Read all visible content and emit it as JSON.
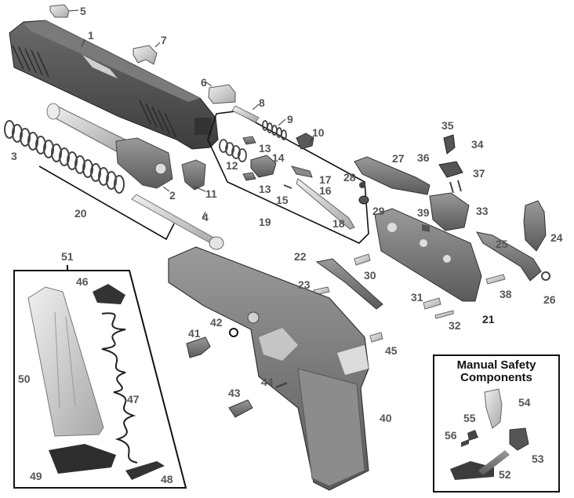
{
  "diagram": {
    "type": "exploded-parts-diagram",
    "subject": "pistol",
    "colors": {
      "background": "#ffffff",
      "part_dark": "#4a4a4a",
      "part_mid": "#8a8a8a",
      "part_light": "#d6d6d6",
      "label_text": "#555555",
      "leader_line": "#222222"
    },
    "groups": {
      "slide_assembly_bracket": "20",
      "firing_pin_group_bracket": "19",
      "magazine_group": "51",
      "fire_control_unit": "21"
    },
    "safety_box": {
      "title_line1": "Manual Safety",
      "title_line2": "Components",
      "parts": [
        "52",
        "53",
        "54",
        "55",
        "56"
      ]
    },
    "parts": [
      {
        "id": "1",
        "name": "slide"
      },
      {
        "id": "2",
        "name": "barrel"
      },
      {
        "id": "3",
        "name": "recoil-spring"
      },
      {
        "id": "4",
        "name": "guide-rod"
      },
      {
        "id": "5",
        "name": "rear-sight"
      },
      {
        "id": "6",
        "name": "front-sight"
      },
      {
        "id": "7",
        "name": "extractor"
      },
      {
        "id": "8",
        "name": "pin"
      },
      {
        "id": "9",
        "name": "spring"
      },
      {
        "id": "10",
        "name": "pin"
      },
      {
        "id": "11",
        "name": "slide-cover-plate"
      },
      {
        "id": "12",
        "name": "spring"
      },
      {
        "id": "13",
        "name": "spring-cup"
      },
      {
        "id": "14",
        "name": "firing-pin-housing"
      },
      {
        "id": "15",
        "name": "pin"
      },
      {
        "id": "16",
        "name": "spring"
      },
      {
        "id": "17",
        "name": "retainer"
      },
      {
        "id": "18",
        "name": "firing-pin"
      },
      {
        "id": "19",
        "name": "striker-assembly"
      },
      {
        "id": "20",
        "name": "recoil-spring-assembly"
      },
      {
        "id": "21",
        "name": "fire-control-unit"
      },
      {
        "id": "22",
        "name": "slide-catch-lever"
      },
      {
        "id": "23",
        "name": "pin"
      },
      {
        "id": "24",
        "name": "trigger"
      },
      {
        "id": "25",
        "name": "trigger-bar"
      },
      {
        "id": "26",
        "name": "trigger-spring"
      },
      {
        "id": "27",
        "name": "ejector"
      },
      {
        "id": "28",
        "name": "plunger"
      },
      {
        "id": "29",
        "name": "spring"
      },
      {
        "id": "30",
        "name": "pin"
      },
      {
        "id": "31",
        "name": "pin"
      },
      {
        "id": "32",
        "name": "pin"
      },
      {
        "id": "33",
        "name": "sear-housing"
      },
      {
        "id": "34",
        "name": "spring"
      },
      {
        "id": "35",
        "name": "safety-lever"
      },
      {
        "id": "36",
        "name": "sear"
      },
      {
        "id": "37",
        "name": "pins"
      },
      {
        "id": "38",
        "name": "pin"
      },
      {
        "id": "39",
        "name": "spring"
      },
      {
        "id": "40",
        "name": "grip-module"
      },
      {
        "id": "41",
        "name": "takedown-lever"
      },
      {
        "id": "42",
        "name": "o-ring"
      },
      {
        "id": "43",
        "name": "magazine-catch"
      },
      {
        "id": "44",
        "name": "spring"
      },
      {
        "id": "45",
        "name": "spring-lock"
      },
      {
        "id": "46",
        "name": "follower"
      },
      {
        "id": "47",
        "name": "magazine-spring"
      },
      {
        "id": "48",
        "name": "insert"
      },
      {
        "id": "49",
        "name": "base-plate"
      },
      {
        "id": "50",
        "name": "magazine-tube"
      },
      {
        "id": "51",
        "name": "magazine-assembly"
      },
      {
        "id": "52",
        "name": "safety-lever"
      },
      {
        "id": "53",
        "name": "safety-body"
      },
      {
        "id": "54",
        "name": "safety-lever-right"
      },
      {
        "id": "55",
        "name": "safety-detent"
      },
      {
        "id": "56",
        "name": "spring"
      }
    ]
  }
}
